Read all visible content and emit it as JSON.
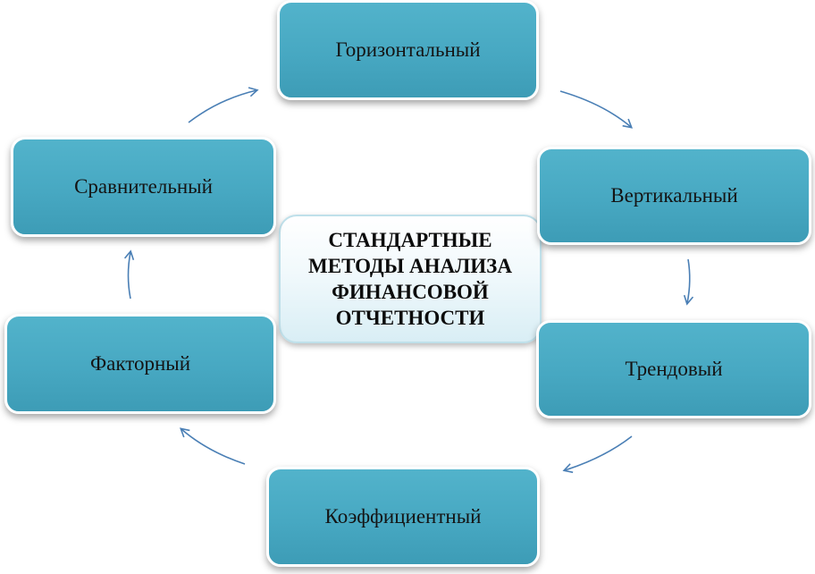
{
  "center": {
    "title": "СТАНДАРТНЫЕ\nМЕТОДЫ АНАЛИЗА\nФИНАНСОВОЙ\nОТЧЕТНОСТИ"
  },
  "nodes": {
    "horizontal": "Горизонтальный",
    "vertical": "Вертикальный",
    "trend": "Трендовый",
    "coefficient": "Коэффициентный",
    "factor": "Факторный",
    "comparative": "Сравнительный"
  },
  "colors": {
    "node_fill": "#4aaac4",
    "arrow": "#4a7fb5",
    "center_fill": "#eaf6fa"
  }
}
